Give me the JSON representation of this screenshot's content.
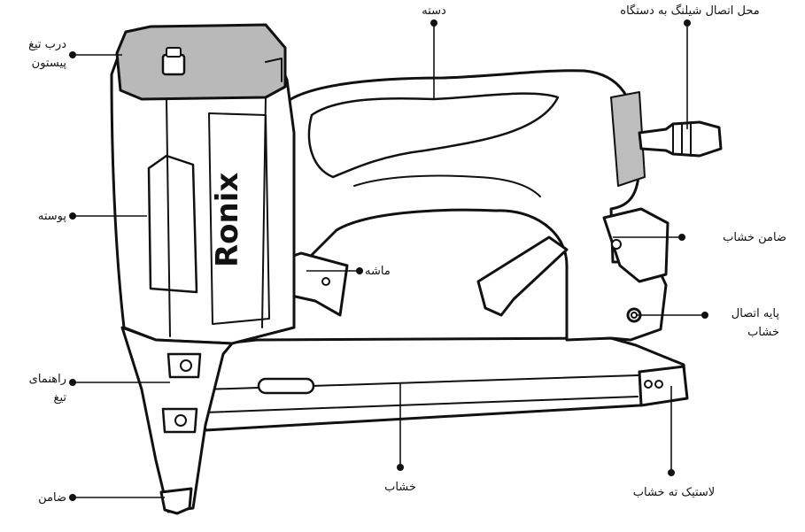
{
  "brand": "Ronix",
  "colors": {
    "ink": "#111111",
    "cap": "#b9b9b9",
    "body": "#ffffff",
    "band": "#bdbdbd"
  },
  "labels": {
    "blade_door": [
      "درب تیغ",
      "پیستون"
    ],
    "shell": "پوسته",
    "blade_guide": [
      "راهنمای",
      "تیغ"
    ],
    "guarantor": "ضامن",
    "handle": "دسته",
    "hose_connection": "محل اتصال شیلنگ به دستگاه",
    "trigger": "ماشه",
    "magazine_lock": "ضامن خشاب",
    "magazine_mount": [
      "پایه اتصال",
      "خشاب"
    ],
    "magazine": "خشاب",
    "magazine_end_rubber": "لاستیک ته خشاب"
  }
}
